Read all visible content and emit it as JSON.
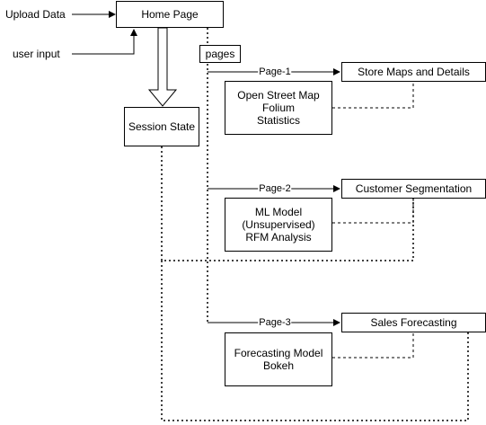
{
  "inputs": {
    "upload_data": "Upload Data",
    "user_input": "user input"
  },
  "nodes": {
    "home_page": "Home Page",
    "session_state": "Session State",
    "pages": "pages",
    "store_maps": "Store Maps and Details",
    "store_maps_tools": "Open Street Map\nFolium\nStatistics",
    "customer_segmentation": "Customer Segmentation",
    "segmentation_tools": "ML Model\n(Unsupervised)\nRFM Analysis",
    "sales_forecasting": "Sales Forecasting",
    "forecasting_tools": "Forecasting Model\nBokeh"
  },
  "edges": {
    "page1": "Page-1",
    "page2": "Page-2",
    "page3": "Page-3"
  }
}
